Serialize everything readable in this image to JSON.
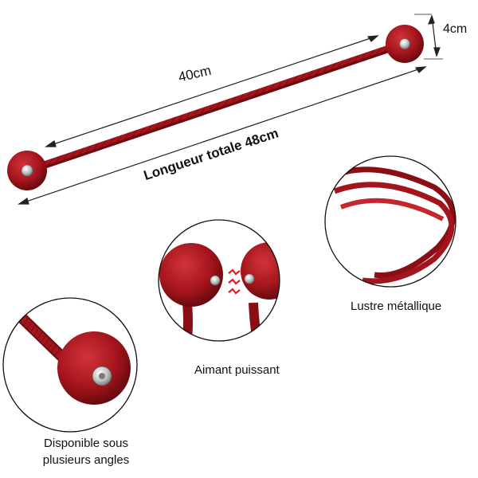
{
  "dimensions": {
    "inner_length": "40cm",
    "ball_diameter": "4cm",
    "total_length": "Longueur totale 48cm"
  },
  "features": {
    "magnet": "Aimant puissant",
    "lustre": "Lustre métallique",
    "angles_line1": "Disponible sous",
    "angles_line2": "plusieurs angles"
  },
  "colors": {
    "cord": "#a3141c",
    "cord_dark": "#6e0a10",
    "cord_light": "#d2343a",
    "metal": "#c8c8c8",
    "circle_stroke": "#111111",
    "magnet_waves": "#e01a22"
  }
}
